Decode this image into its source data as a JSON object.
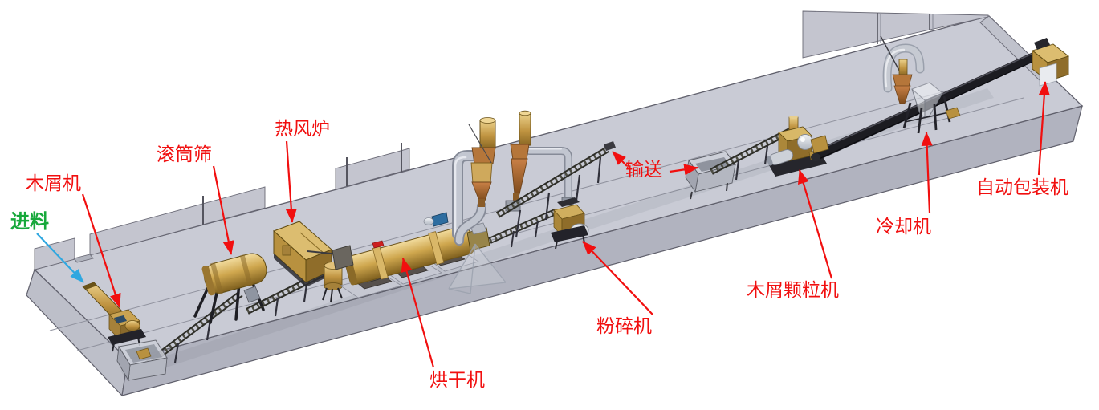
{
  "diagram": {
    "type": "3d-isometric-production-line-rendering",
    "background_color": "#ffffff",
    "platform_top_color": "#c9cbd5",
    "platform_front_color": "#b1b3bf",
    "machine_gold_color": "#c9a352",
    "cyclone_bronze_color": "#b5763a",
    "pipe_gray_color": "#c2c6d0",
    "conveyor_dark_color": "#1c1c21",
    "label_red_color": "#f10f0f",
    "feed_green_color": "#17a83b",
    "feed_arrow_blue_color": "#2fa7e0",
    "labels": [
      {
        "id": "feed",
        "text": "进料",
        "color": "#17a83b",
        "arrow_color": "#2fa7e0"
      },
      {
        "id": "wood_chipper",
        "text": "木屑机",
        "color": "#f10f0f",
        "arrow_color": "#f10f0f"
      },
      {
        "id": "drum_screen",
        "text": "滚筒筛",
        "color": "#f10f0f",
        "arrow_color": "#f10f0f"
      },
      {
        "id": "hot_air_furnace",
        "text": "热风炉",
        "color": "#f10f0f",
        "arrow_color": "#f10f0f"
      },
      {
        "id": "dryer",
        "text": "烘干机",
        "color": "#f10f0f",
        "arrow_color": "#f10f0f"
      },
      {
        "id": "crusher",
        "text": "粉碎机",
        "color": "#f10f0f",
        "arrow_color": "#f10f0f"
      },
      {
        "id": "conveyor",
        "text": "输送",
        "color": "#f10f0f",
        "arrow_color": "#f10f0f"
      },
      {
        "id": "pellet_mill",
        "text": "木屑颗粒机",
        "color": "#f10f0f",
        "arrow_color": "#f10f0f"
      },
      {
        "id": "cooler",
        "text": "冷却机",
        "color": "#f10f0f",
        "arrow_color": "#f10f0f"
      },
      {
        "id": "auto_packer",
        "text": "自动包装机",
        "color": "#f10f0f",
        "arrow_color": "#f10f0f"
      }
    ]
  }
}
